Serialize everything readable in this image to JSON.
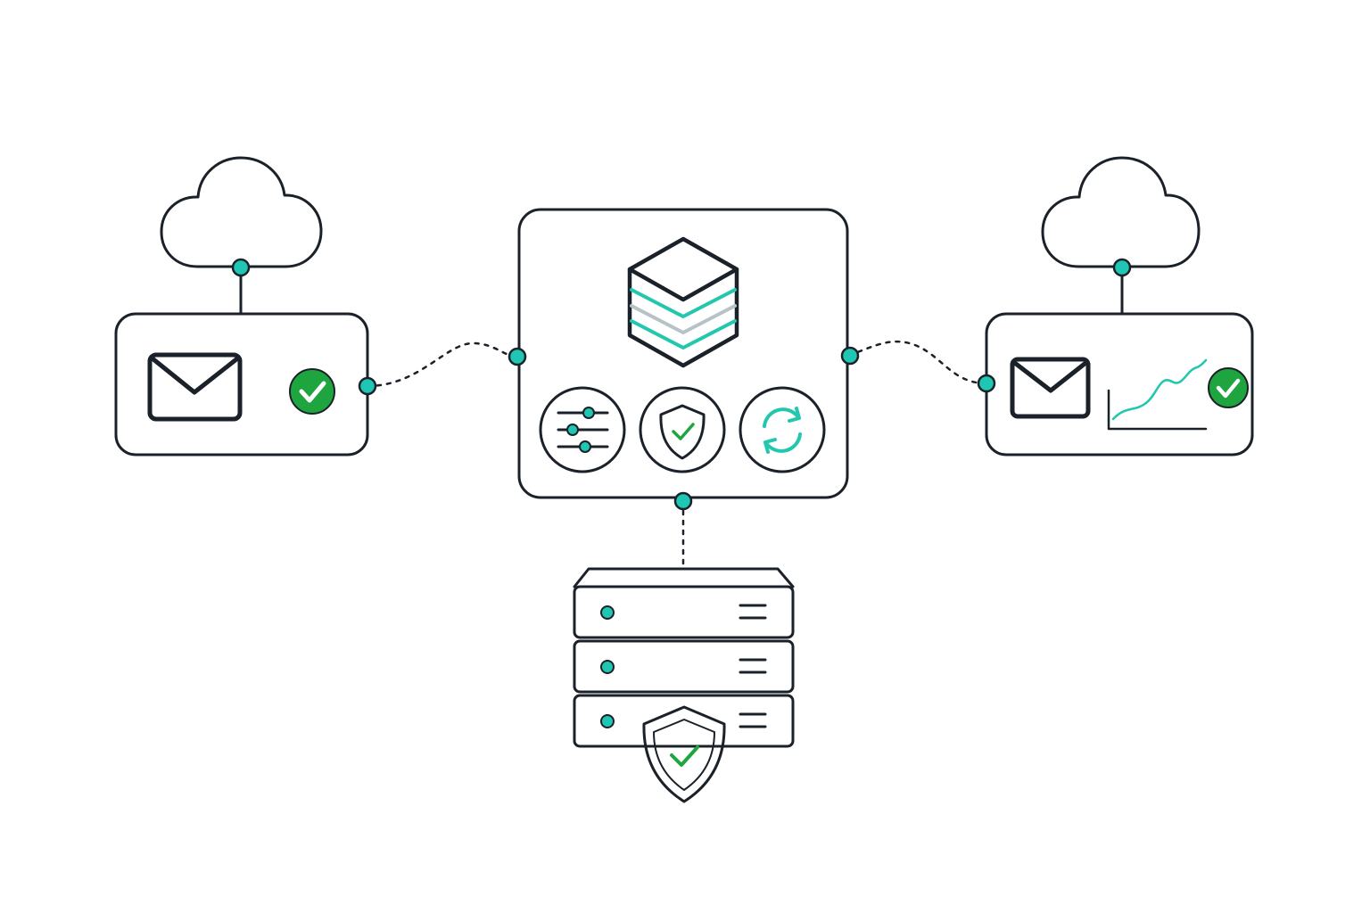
{
  "colors": {
    "background": "#ffffff",
    "outline": "#1b2129",
    "node_fill": "#1fc6b4",
    "accent_teal": "#22c7ae",
    "success_green": "#1ea540",
    "check_mark": "#ffffff",
    "muted_gray": "#b7c2c7",
    "connector": "#1b2129"
  },
  "nodes": [
    {
      "id": "left-cloud",
      "type": "cloud",
      "icon": "cloud-icon"
    },
    {
      "id": "left-client",
      "type": "card",
      "icons": [
        "envelope-icon",
        "check-circle-icon"
      ]
    },
    {
      "id": "central-hub",
      "type": "card",
      "icons": [
        "cube-stack-icon",
        "sliders-icon",
        "shield-check-icon",
        "sync-icon"
      ]
    },
    {
      "id": "right-client",
      "type": "card",
      "icons": [
        "envelope-icon",
        "trend-chart-icon",
        "check-circle-icon"
      ]
    },
    {
      "id": "right-cloud",
      "type": "cloud",
      "icon": "cloud-icon"
    },
    {
      "id": "server-stack",
      "type": "server",
      "icons": [
        "server-rack-icon",
        "shield-check-icon"
      ]
    }
  ],
  "edges": [
    {
      "from": "left-cloud",
      "to": "left-client",
      "style": "solid"
    },
    {
      "from": "left-client",
      "to": "central-hub",
      "style": "dotted"
    },
    {
      "from": "central-hub",
      "to": "right-client",
      "style": "dotted"
    },
    {
      "from": "right-cloud",
      "to": "right-client",
      "style": "solid"
    },
    {
      "from": "central-hub",
      "to": "server-stack",
      "style": "dotted"
    }
  ]
}
